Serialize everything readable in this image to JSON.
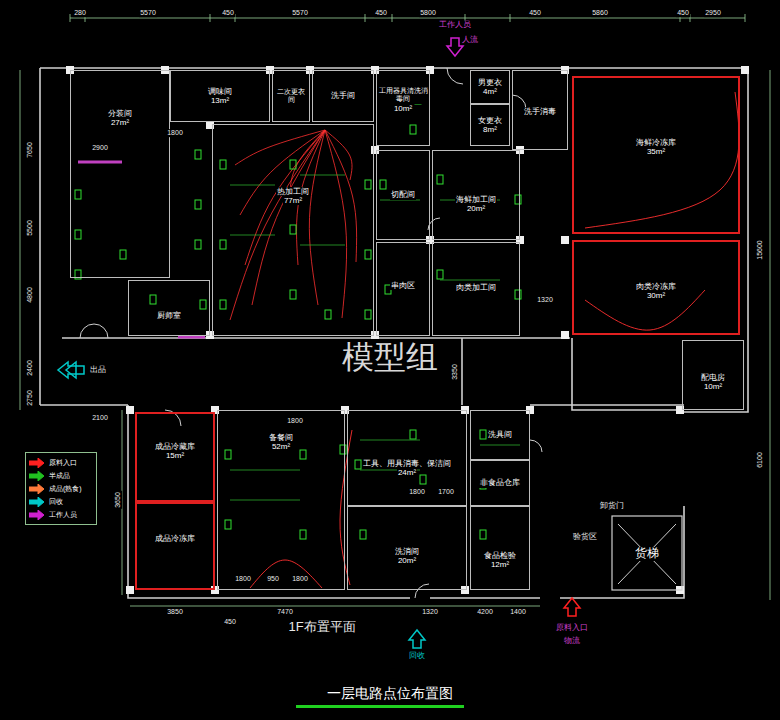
{
  "diagram": {
    "title": "一层电路点位布置图",
    "nodes": [
      {
        "text": [
          "分装间",
          "27m²"
        ]
      },
      {
        "text": [
          "调味间",
          "13m²"
        ]
      },
      {
        "text": [
          "二次更衣间"
        ]
      },
      {
        "text": [
          "洗手间"
        ]
      },
      {
        "text": [
          "工用器具清洗消毒间",
          "10m²"
        ]
      },
      {
        "text": [
          "男更衣",
          "4m²"
        ]
      },
      {
        "text": [
          "女更衣",
          "8m²"
        ]
      },
      {
        "text": [
          "洗手消毒"
        ]
      },
      {
        "text": [
          "海鲜冷冻库",
          "35m²"
        ]
      },
      {
        "text": [
          "热加工间",
          "77m²"
        ]
      },
      {
        "text": [
          "切配间"
        ]
      },
      {
        "text": [
          "海鲜加工间",
          "20m²"
        ]
      },
      {
        "text": [
          "串肉区"
        ]
      },
      {
        "text": [
          "肉类加工间"
        ]
      },
      {
        "text": [
          "肉类冷冻库",
          "30m²"
        ]
      },
      {
        "text": [
          "厨师室"
        ]
      },
      {
        "text": [
          "配电房",
          "10m²"
        ]
      },
      {
        "text": [
          "成品冷藏库",
          "15m²"
        ]
      },
      {
        "text": [
          "成品冷冻库"
        ]
      },
      {
        "text": [
          "备餐间",
          "52m²"
        ]
      },
      {
        "text": [
          "工具、用具消毒、保洁间",
          "24m²"
        ]
      },
      {
        "text": [
          "洗具间"
        ]
      },
      {
        "text": [
          "非食品仓库"
        ]
      },
      {
        "text": [
          "洗消间",
          "20m²"
        ]
      },
      {
        "text": [
          "食品检验",
          "12m²"
        ]
      },
      {
        "text": [
          "货梯"
        ]
      }
    ],
    "labels": [
      "280",
      "5570",
      "450",
      "5570",
      "450",
      "5800",
      "450",
      "5860",
      "450",
      "2950",
      "7650",
      "5500",
      "4800",
      "2400",
      "2750",
      "15600",
      "6100",
      "2100",
      "3650",
      "3850",
      "450",
      "7470",
      "1320",
      "4200",
      "1400",
      "3350",
      "1320",
      "2900",
      "1800",
      "1800",
      "1800",
      "1700",
      "1800",
      "950",
      "1800",
      "工作人员",
      "人流",
      "出品",
      "原料入口",
      "物流",
      "回收",
      "1F布置平面",
      "模型组",
      "验货区",
      "卸货门"
    ],
    "legend": [
      {
        "text": "原料入口",
        "color": "#ff2020"
      },
      {
        "text": "半成品",
        "color": "#20c020"
      },
      {
        "text": "成品(熟食)",
        "color": "#ff7a3a"
      },
      {
        "text": "回收",
        "color": "#00c8c8"
      },
      {
        "text": "工作人员",
        "color": "#d020d0"
      }
    ]
  }
}
